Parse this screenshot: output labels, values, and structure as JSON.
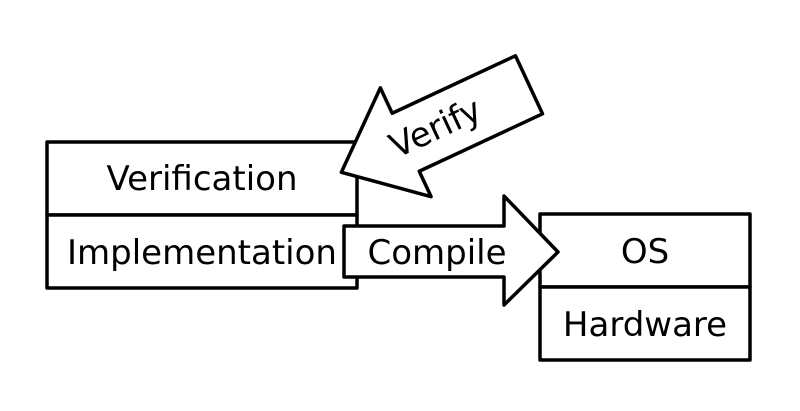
{
  "diagram": {
    "left_stack": {
      "top_label": "Verification",
      "bottom_label": "Implementation"
    },
    "right_stack": {
      "top_label": "OS",
      "bottom_label": "Hardware"
    },
    "arrows": {
      "verify_label": "Verify",
      "compile_label": "Compile"
    }
  }
}
